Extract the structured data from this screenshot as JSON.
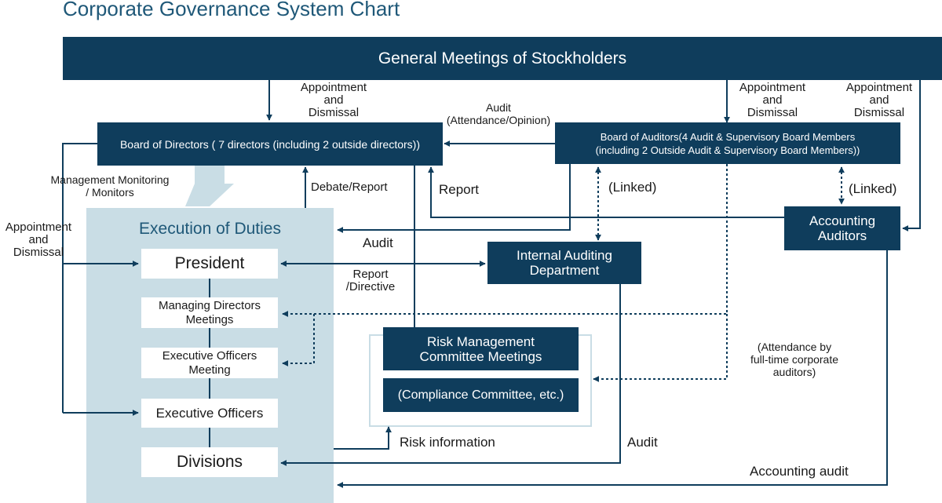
{
  "title": "Corporate Governance System Chart",
  "colors": {
    "navy": "#0f3d5c",
    "panel": "#c9dde5",
    "panel_text": "#1f5878",
    "panel_border": "#c9dde5"
  },
  "boxes": {
    "general_meetings": "General Meetings of Stockholders",
    "board_of_directors": "Board of Directors ( 7 directors (including 2 outside directors))",
    "board_of_auditors_line1": "Board of Auditors(4 Audit & Supervisory Board Members",
    "board_of_auditors_line2": "(including 2 Outside Audit & Supervisory Board Members))",
    "accounting_auditors_line1": "Accounting",
    "accounting_auditors_line2": "Auditors",
    "internal_auditing_line1": "Internal Auditing",
    "internal_auditing_line2": "Department",
    "risk_management_line1": "Risk Management",
    "risk_management_line2": "Committee Meetings",
    "compliance_committee": "(Compliance Committee, etc.)",
    "execution_of_duties": "Execution of Duties",
    "president": "President",
    "managing_directors_line1": "Managing Directors",
    "managing_directors_line2": "Meetings",
    "executive_officers_meeting_line1": "Executive Officers",
    "executive_officers_meeting_line2": "Meeting",
    "executive_officers": "Executive Officers",
    "divisions": "Divisions"
  },
  "labels": {
    "appt1_a": "Appointment",
    "appt1_b": "and",
    "appt1_c": "Dismissal",
    "appt2_a": "Appointment",
    "appt2_b": "and",
    "appt2_c": "Dismissal",
    "appt3_a": "Appointment",
    "appt3_b": "and",
    "appt3_c": "Dismissal",
    "appt4_a": "Appointment",
    "appt4_b": "and",
    "appt4_c": "Dismissal",
    "audit_att_a": "Audit",
    "audit_att_b": "(Attendance/Opinion)",
    "mgmt_a": "Management Monitoring",
    "mgmt_b": "/ Monitors",
    "debate_report": "Debate/Report",
    "report": "Report",
    "linked_1": "(Linked)",
    "linked_2": "(Linked)",
    "audit_1": "Audit",
    "report_dir_a": "Report",
    "report_dir_b": "/Directive",
    "attendance_a": "(Attendance by",
    "attendance_b": "full-time corporate",
    "attendance_c": "auditors)",
    "risk_information": "Risk information",
    "audit_2": "Audit",
    "accounting_audit": "Accounting audit"
  }
}
